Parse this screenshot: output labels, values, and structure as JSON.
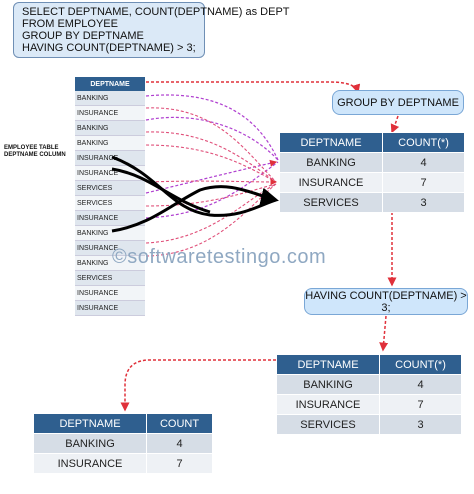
{
  "sql": {
    "lines": [
      "SELECT DEPTNAME, COUNT(DEPTNAME) as DEPT",
      "FROM EMPLOYEE",
      "GROUP BY DEPTNAME",
      "HAVING COUNT(DEPTNAME) > 3;"
    ]
  },
  "employee_table": {
    "side_label_line1": "EMPLOYEE TABLE",
    "side_label_line2": "DEPTNAME COLUMN",
    "header": "DEPTNAME",
    "rows": [
      "BANKING",
      "INSURANCE",
      "BANKING",
      "BANKING",
      "INSURANCE",
      "INSURANCE",
      "SERVICES",
      "SERVICES",
      "INSURANCE",
      "BANKING",
      "INSURANCE",
      "BANKING",
      "SERVICES",
      "INSURANCE",
      "INSURANCE"
    ]
  },
  "group_by_label": "GROUP BY DEPTNAME",
  "having_label": "HAVING COUNT(DEPTNAME) > 3;",
  "group_table": {
    "headers": [
      "DEPTNAME",
      "COUNT(*)"
    ],
    "rows": [
      [
        "BANKING",
        "4"
      ],
      [
        "INSURANCE",
        "7"
      ],
      [
        "SERVICES",
        "3"
      ]
    ]
  },
  "having_table": {
    "headers": [
      "DEPTNAME",
      "COUNT(*)"
    ],
    "rows": [
      [
        "BANKING",
        "4"
      ],
      [
        "INSURANCE",
        "7"
      ],
      [
        "SERVICES",
        "3"
      ]
    ]
  },
  "final_table": {
    "headers": [
      "DEPTNAME",
      "COUNT"
    ],
    "rows": [
      [
        "BANKING",
        "4"
      ],
      [
        "INSURANCE",
        "7"
      ]
    ]
  },
  "watermark": "©softwaretestingo.com",
  "colors": {
    "header_blue": "#2f5f8f",
    "arrow_red": "#e0303a",
    "pill_blue": "#cfe6fb"
  }
}
